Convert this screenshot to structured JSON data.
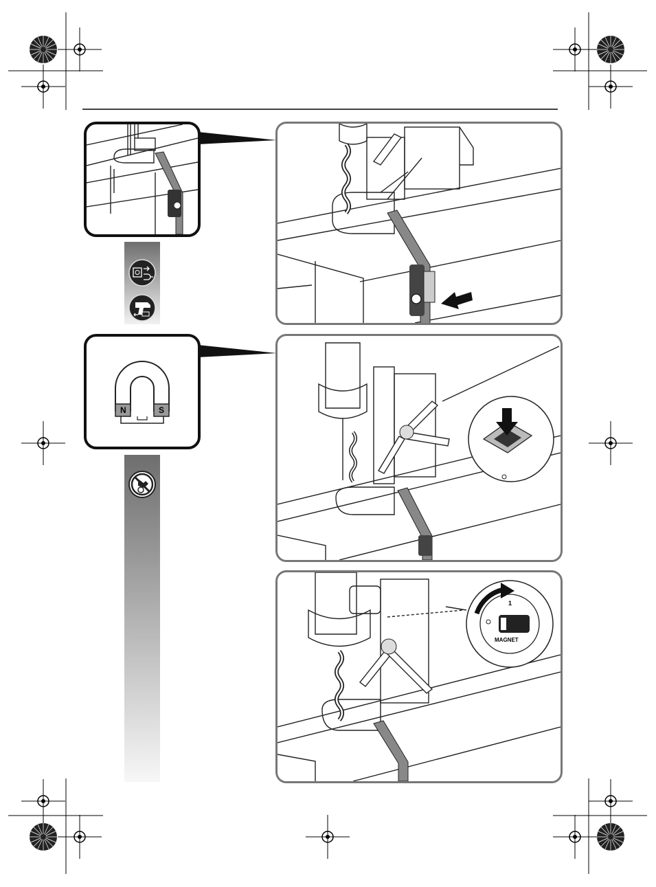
{
  "magnet_diagram": {
    "north_label": "N",
    "south_label": "S"
  },
  "magnet_switch": {
    "position_on": "1",
    "position_off": "O",
    "label": "MAGNET"
  },
  "icons": {
    "unplug": "unplug-icon",
    "drill_motor": "drill-motor-icon",
    "no_hand": "no-touch-icon"
  },
  "colors": {
    "panel_border": "#777777",
    "callout_border": "#111111",
    "strip_gradient_top": "#6e6e6e",
    "strip_gradient_bottom": "#f2f2f2"
  }
}
